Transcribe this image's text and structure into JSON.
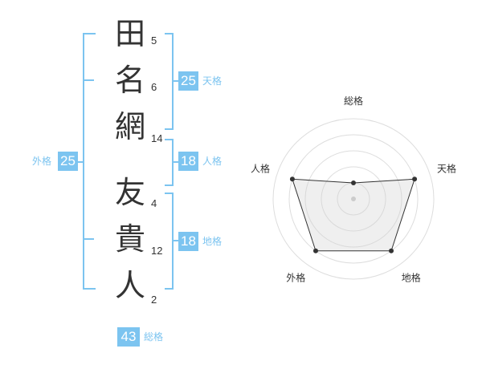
{
  "name_chars": [
    {
      "char": "田",
      "strokes": "5"
    },
    {
      "char": "名",
      "strokes": "6"
    },
    {
      "char": "網",
      "strokes": "14"
    },
    {
      "char": "友",
      "strokes": "4"
    },
    {
      "char": "貴",
      "strokes": "12"
    },
    {
      "char": "人",
      "strokes": "2"
    }
  ],
  "kaku": {
    "tenkaku": {
      "value": "25",
      "label": "天格"
    },
    "jinkaku": {
      "value": "18",
      "label": "人格"
    },
    "chikaku": {
      "value": "18",
      "label": "地格"
    },
    "gaikaku": {
      "value": "25",
      "label": "外格"
    },
    "soukaku": {
      "value": "43",
      "label": "総格"
    }
  },
  "colors": {
    "accent": "#7cc4f0",
    "text": "#333333"
  },
  "chart_data": {
    "type": "radar",
    "axes": [
      "総格",
      "天格",
      "地格",
      "外格",
      "人格"
    ],
    "values": [
      1,
      4,
      4,
      4,
      4
    ],
    "range": [
      0,
      5
    ],
    "grid": true
  }
}
